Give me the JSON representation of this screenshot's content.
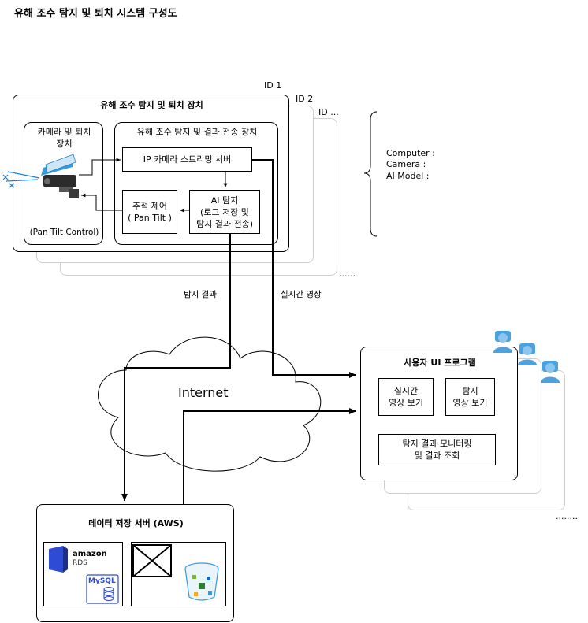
{
  "title": "유해 조수 탐지 및 퇴치 시스템 구성도",
  "device": {
    "id_labels": [
      "ID 1",
      "ID 2",
      "ID ..."
    ],
    "more_dots": "......",
    "panel_title": "유해 조수 탐지 및 퇴치 장치",
    "camera_box_title": "카메라 및 퇴치\n장치",
    "camera_box_caption": "(Pan Tilt Control)",
    "detect_box_title": "유해 조수 탐지 및 결과 전송 장치",
    "streaming_server": "IP 카메라 스트리밍 서버",
    "tracking_control": "추적 제어\n( Pan Tilt )",
    "ai_detection": "AI 탐지\n(로그 저장 및\n탐지 결과 전송)"
  },
  "spec_list": [
    "Computer :",
    "Camera :",
    "AI Model :"
  ],
  "edge_labels": {
    "detect_result": "탐지 결과",
    "live_video": "실시간 영상"
  },
  "internet_label": "Internet",
  "user_program": {
    "title": "사용자 UI 프로그램",
    "live_view": "실시간\n영상 보기",
    "detect_view": "탐지\n영상 보기",
    "monitoring": "탐지 결과 모니터링\n및 결과 조회",
    "more_dots": "........"
  },
  "server": {
    "title": "데이터 저장 서버 (AWS)",
    "amazon_logo": "amazon",
    "rds_label": "RDS",
    "mysql_label": "MySQL"
  },
  "colors": {
    "line": "#000000",
    "ghost_border": "#cfcfcf",
    "rds_blue": "#2e4bd6",
    "bucket_blue": "#3a9ad9",
    "user_blue": "#4aa3df",
    "camera_blue": "#1f7fd1"
  }
}
